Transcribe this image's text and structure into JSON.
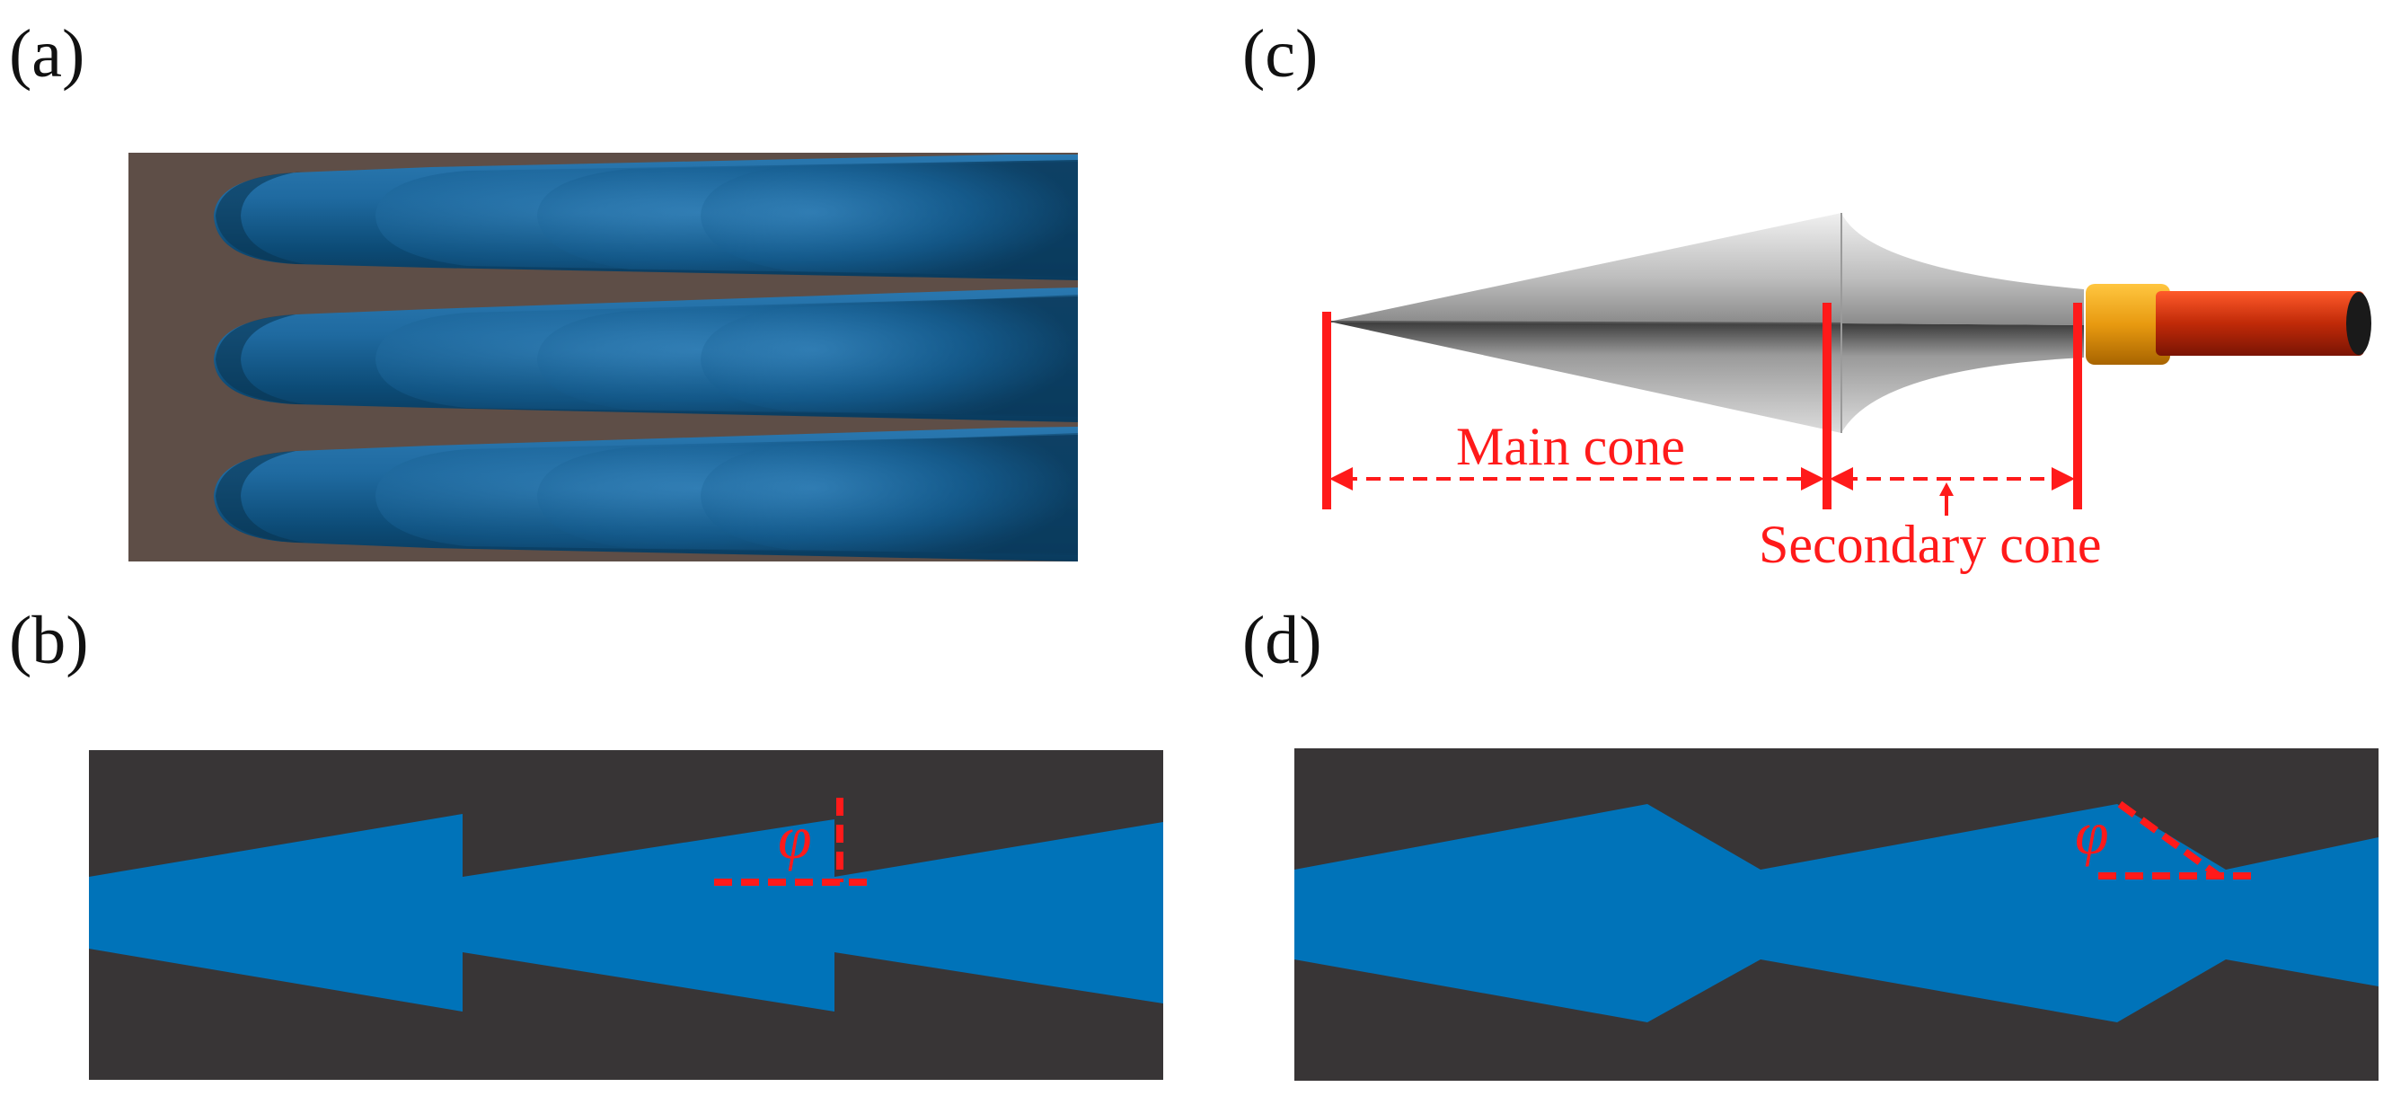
{
  "panels": {
    "a": {
      "label": "(a)"
    },
    "b": {
      "label": "(b)",
      "angle_symbol": "φ"
    },
    "c": {
      "label": "(c)",
      "main_cone": "Main cone",
      "secondary_cone": "Secondary cone"
    },
    "d": {
      "label": "(d)",
      "angle_symbol": "φ"
    }
  },
  "colors": {
    "annotation": "#ff1a1a",
    "channel_blue": "#0073b9",
    "background_dark": "#383536",
    "panel_a_bg": "#5e4e47"
  }
}
